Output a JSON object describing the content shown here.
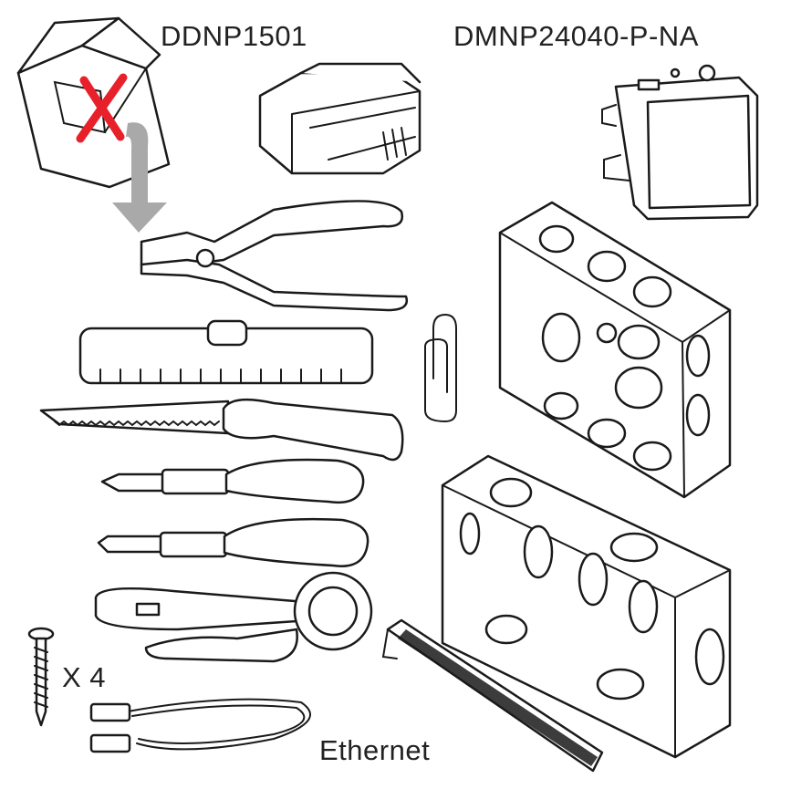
{
  "labels": {
    "gateway_model": "DDNP1501",
    "module_model": "DMNP24040-P-NA",
    "screw_quantity": "X 4",
    "cable_name": "Ethernet"
  },
  "colors": {
    "cross_mark": "#e8202a",
    "arrow": "#a9a9a9",
    "line": "#1a1a1a"
  }
}
